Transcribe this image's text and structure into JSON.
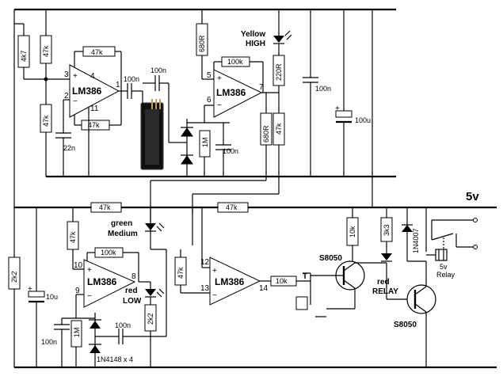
{
  "supply_label": "5v",
  "resistors": {
    "r_4k7_left": "4k7",
    "r_47k_a": "47k",
    "r_47k_top_fb": "47k",
    "r_47k_bottom_fb": "47k",
    "r_47k_in": "47k",
    "r_680r_top": "680R",
    "r_100k_u2": "100k",
    "r_220r": "220R",
    "r_680r_mid": "680R",
    "r_47k_mid": "47k",
    "r_1m_u2": "1M",
    "r_2k2_left": "2k2",
    "r_47k_bottom_left": "47k",
    "r_47k_bottom_a": "47k",
    "r_47k_bottom_b": "47k",
    "r_100k_u3": "100k",
    "r_47k_u4": "47k",
    "r_1m_u3": "1M",
    "r_2k2_red": "2k2",
    "r_10k_out": "10k",
    "r_10k_base": "10k",
    "r_3k3": "3k3"
  },
  "capacitors": {
    "c_22n": "22n",
    "c_100n_u1out": "100n",
    "c_100n_probe": "100n",
    "c_100n_u2": "100n",
    "c_100n_supply": "100n",
    "c_100u": "100u",
    "c_10u": "10u",
    "c_100n_u3": "100n",
    "c_100n_u3in": "100n"
  },
  "chips": {
    "u1": {
      "name": "LM386",
      "pins": [
        "3",
        "4",
        "1",
        "2",
        "11"
      ]
    },
    "u2": {
      "name": "LM386",
      "pins": [
        "5",
        "6",
        "7"
      ]
    },
    "u3": {
      "name": "LM386",
      "pins": [
        "10",
        "9",
        "8"
      ]
    },
    "u4": {
      "name": "LM386",
      "pins": [
        "12",
        "13",
        "14"
      ]
    }
  },
  "leds": {
    "yellow": {
      "label1": "Yellow",
      "label2": "HIGH"
    },
    "green": {
      "label1": "green",
      "label2": "Medium"
    },
    "red_low": {
      "label1": "red",
      "label2": "LOW"
    },
    "red_relay": {
      "label1": "red",
      "label2": "RELAY"
    }
  },
  "semis": {
    "diodes": "1N4148 x 4",
    "flyback": "1N4007",
    "q1": "S8050",
    "q2": "S8050",
    "relay1": "5v",
    "relay2": "Relay",
    "t_label": "T"
  },
  "op_signs": {
    "plus": "+",
    "minus": "−"
  }
}
